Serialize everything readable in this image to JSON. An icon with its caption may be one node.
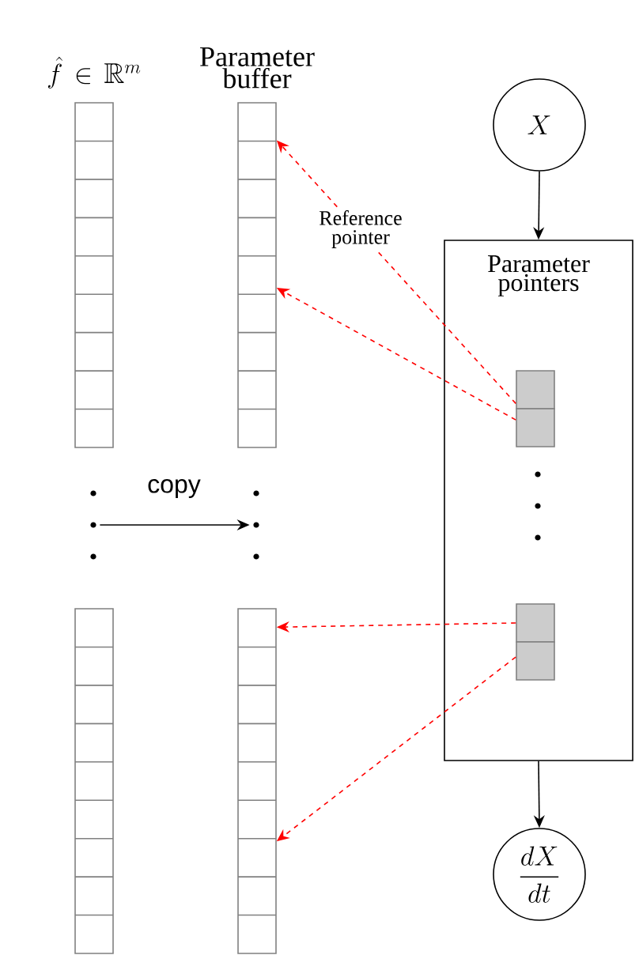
{
  "diagram": {
    "nodes": [
      {
        "text": [
          "\\hat{f} \\in \\mathbb{R}^m"
        ]
      },
      {
        "text": [
          "Parameter buffer"
        ]
      },
      {
        "text": [],
        "shape": "bar"
      },
      {
        "text": [],
        "shape": "bar"
      },
      {
        "text": [
          "X"
        ]
      },
      {
        "text": [
          "Parameter pointers"
        ]
      },
      {
        "text": [],
        "shape": "box",
        "in": 5
      },
      {
        "text": [],
        "shape": "box",
        "in": 5
      },
      {
        "text": [],
        "shape": "box",
        "in": 5
      },
      {
        "text": [],
        "shape": "box",
        "in": 5
      },
      {
        "text": [
          "\\frac{dX}{dt}"
        ]
      },
      {
        "text": [],
        "shape": "dots"
      },
      {
        "text": [],
        "shape": "dots"
      }
    ],
    "edges": [
      {
        "from": 4,
        "to": 5,
        "arrow": "to",
        "color": "#000000"
      },
      {
        "from": 5,
        "to": 10,
        "arrow": "to",
        "color": "#000000"
      },
      {
        "from": 11,
        "to": 12,
        "arrow": "to",
        "label": "copy",
        "color": "#000000"
      },
      {
        "from": 6,
        "to": 1,
        "arrow": "to",
        "style": "dashed",
        "color": "#ff0000",
        "label": "Reference pointer"
      },
      {
        "from": 7,
        "to": 1,
        "arrow": "to",
        "style": "dashed",
        "color": "#ff0000"
      },
      {
        "from": 8,
        "to": 3,
        "arrow": "to",
        "style": "dashed",
        "color": "#ff0000"
      },
      {
        "from": 9,
        "to": 3,
        "arrow": "to",
        "style": "dashed",
        "color": "#ff0000"
      }
    ]
  }
}
